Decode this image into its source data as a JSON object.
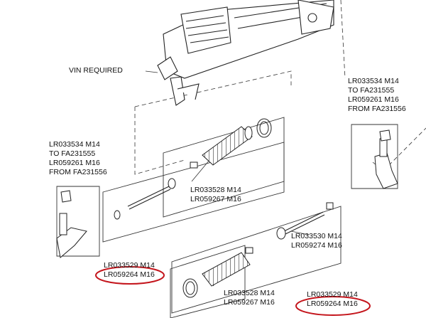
{
  "labels": {
    "vin": "VIN REQUIRED",
    "right_tie_rod_end": [
      "LR033534 M14",
      "TO FA231555",
      "LR059261 M16",
      "FROM FA231556"
    ],
    "left_tie_rod_end": [
      "LR033534 M14",
      "TO FA231555",
      "LR059261 M16",
      "FROM FA231556"
    ],
    "upper_boot": [
      "LR033528 M14",
      "LR059267 M16"
    ],
    "left_inner_rod": [
      "LR033529 M14",
      "LR059264 M16"
    ],
    "right_inner_rod": [
      "LR033530 M14",
      "LR059274 M16"
    ],
    "lower_boot": [
      "LR033528 M14",
      "LR059267 M16"
    ],
    "lower_right_rod": [
      "LR033529 M14",
      "LR059264 M16"
    ]
  },
  "colors": {
    "line": "#222222",
    "highlight": "#c4151c"
  }
}
